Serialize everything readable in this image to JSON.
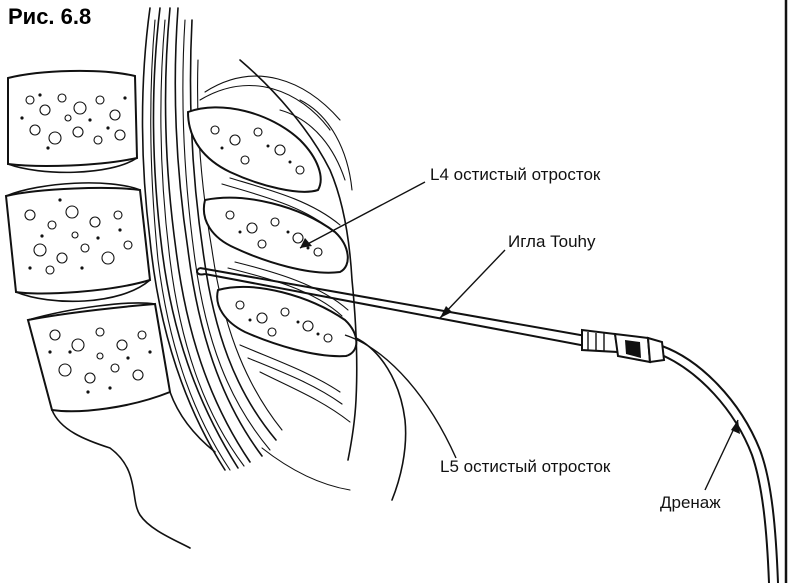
{
  "figure": {
    "title": "Рис. 6.8"
  },
  "labels": {
    "l4": "L4 остистый отросток",
    "needle": "Игла Touhy",
    "l5": "L5 остистый отросток",
    "drain": "Дренаж"
  }
}
